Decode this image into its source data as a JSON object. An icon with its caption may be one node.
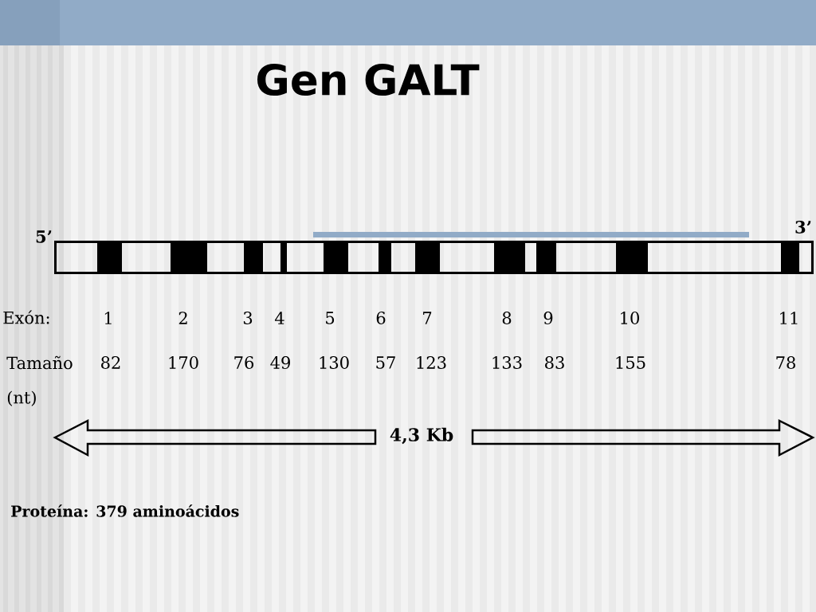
{
  "diagram": {
    "title": "Gen GALT",
    "labels": [
      "5’",
      "3’",
      "Exón:",
      "1",
      "2",
      "3",
      "4",
      "5",
      "6",
      "7",
      "8",
      "9",
      "10",
      "11",
      "Tamaño",
      "82",
      "170",
      "76",
      "49",
      "130",
      "57",
      "123",
      "133",
      "83",
      "155",
      "78",
      "(nt)",
      "4,3 Kb",
      "Proteína: 379 aminoácidos"
    ]
  }
}
